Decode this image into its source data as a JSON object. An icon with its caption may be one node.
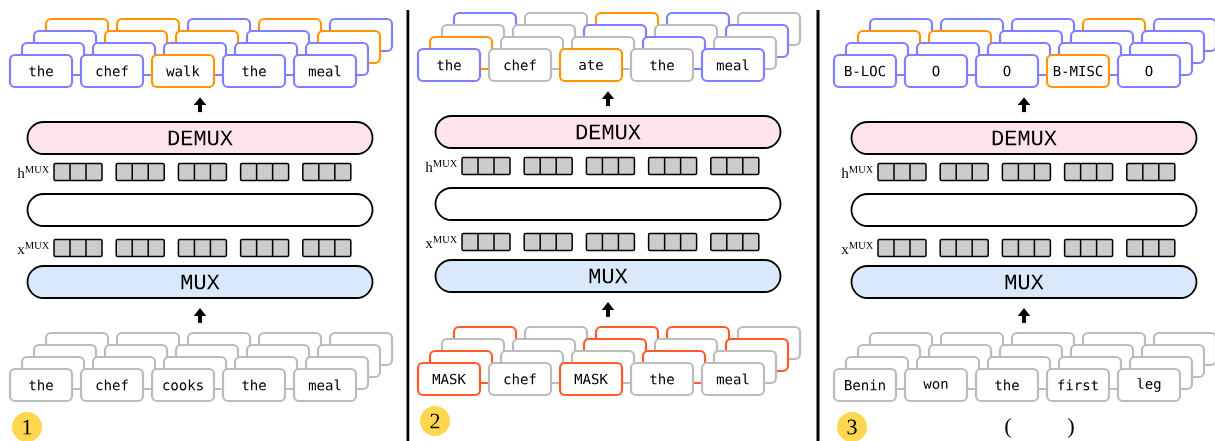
{
  "diagram": {
    "nodes": [
      {
        "text": [
          "the"
        ]
      },
      {
        "text": [
          "chef"
        ]
      },
      {
        "text": [
          "walk"
        ]
      },
      {
        "text": [
          "the"
        ]
      },
      {
        "text": [
          "meal"
        ]
      },
      {
        "text": [
          "DEMUX"
        ]
      },
      {
        "text": [],
        "shape": "box"
      },
      {
        "text": [
          "MUX"
        ]
      },
      {
        "text": [
          "the"
        ]
      },
      {
        "text": [
          "chef"
        ]
      },
      {
        "text": [
          "cooks"
        ]
      },
      {
        "text": [
          "the"
        ]
      },
      {
        "text": [
          "meal"
        ]
      },
      {
        "text": [
          "the"
        ]
      },
      {
        "text": [
          "chef"
        ]
      },
      {
        "text": [
          "ate"
        ]
      },
      {
        "text": [
          "the"
        ]
      },
      {
        "text": [
          "meal"
        ]
      },
      {
        "text": [
          "DEMUX"
        ]
      },
      {
        "text": [],
        "shape": "box"
      },
      {
        "text": [
          "MUX"
        ]
      },
      {
        "text": [
          "MASK"
        ]
      },
      {
        "text": [
          "chef"
        ]
      },
      {
        "text": [
          "MASK"
        ]
      },
      {
        "text": [
          "the"
        ]
      },
      {
        "text": [
          "meal"
        ]
      },
      {
        "text": [
          "B-LOC"
        ]
      },
      {
        "text": [
          "O"
        ]
      },
      {
        "text": [
          "O"
        ]
      },
      {
        "text": [
          "B-MISC"
        ]
      },
      {
        "text": [
          "O"
        ]
      },
      {
        "text": [
          "DEMUX"
        ]
      },
      {
        "text": [],
        "shape": "box"
      },
      {
        "text": [
          "MUX"
        ]
      },
      {
        "text": [
          "Benin"
        ]
      },
      {
        "text": [
          "won"
        ]
      },
      {
        "text": [
          "the"
        ]
      },
      {
        "text": [
          "first"
        ]
      },
      {
        "text": [
          "leg"
        ]
      }
    ],
    "edges": [
      {
        "from": 10,
        "to": 7,
        "arrow": "to"
      },
      {
        "from": 5,
        "to": 2,
        "arrow": "to"
      },
      {
        "from": 23,
        "to": 20,
        "arrow": "to"
      },
      {
        "from": 18,
        "to": 15,
        "arrow": "to"
      },
      {
        "from": 36,
        "to": 33,
        "arrow": "to"
      },
      {
        "from": 31,
        "to": 28,
        "arrow": "to"
      }
    ],
    "labels": [
      "h$^{MUX}$",
      "x$^{MUX}$",
      "1",
      "h$^{MUX}$",
      "x$^{MUX}$",
      "2",
      "h$^{MUX}$",
      "x$^{MUX}$",
      "3",
      "(",
      ")"
    ]
  }
}
